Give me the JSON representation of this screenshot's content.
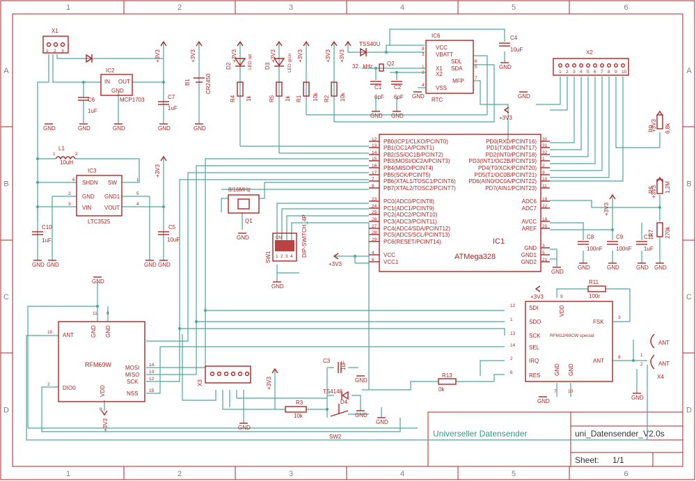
{
  "frame": {
    "columns": [
      "1",
      "2",
      "3",
      "4",
      "5",
      "6"
    ],
    "rows": [
      "A",
      "B",
      "C",
      "D"
    ]
  },
  "title_block": {
    "description": "Universeller Datensender",
    "filename": "uni_Datensender_V2.0s",
    "sheet_label": "Sheet:",
    "sheet_value": "1/1"
  },
  "mcu": {
    "name": "IC1",
    "value": "ATMega328",
    "left_pins": [
      {
        "num": "12",
        "name": "PB0(ICP1/CLKO/PCINT0)"
      },
      {
        "num": "13",
        "name": "PB1(OC1A/PCINT1)"
      },
      {
        "num": "14",
        "name": "PB2(SS/OC1B/PCINT2)"
      },
      {
        "num": "15",
        "name": "PB3(MOSI/OC2A/PCINT3)"
      },
      {
        "num": "16",
        "name": "PB4(MISO/PCINT4)"
      },
      {
        "num": "17",
        "name": "PB5(SCK/PCINT5)"
      },
      {
        "num": "7",
        "name": "PB6(XTAL1/TOSC1/PCINT6)"
      },
      {
        "num": "8",
        "name": "PB7(XTAL2/TOSC2/PCINT7)"
      },
      {
        "num": "23",
        "name": "PC0(ADC0/PCINT8)"
      },
      {
        "num": "24",
        "name": "PC1(ADC1/PCINT9)"
      },
      {
        "num": "25",
        "name": "PC2(ADC2/PCINT10)"
      },
      {
        "num": "26",
        "name": "PC3(ADC3/PCINT11)"
      },
      {
        "num": "27",
        "name": "PC4(ADC4/SDA/PCINT12)"
      },
      {
        "num": "28",
        "name": "PC5(ADC5/SCL/PCINT13)"
      },
      {
        "num": "29",
        "name": "PC6(RESET/PCINT14)"
      },
      {
        "num": "4",
        "name": "VCC"
      },
      {
        "num": "6",
        "name": "VCC1"
      }
    ],
    "right_pins": [
      {
        "num": "30",
        "name": "PD0(RXD/PCINT16)"
      },
      {
        "num": "31",
        "name": "PD1(TXD/PCINT17)"
      },
      {
        "num": "32",
        "name": "PD2(INT0/PCINT18)"
      },
      {
        "num": "1",
        "name": "PD3(INT1/OC2B/PCINT19)"
      },
      {
        "num": "2",
        "name": "PD4(T0/XCK/PCINT20)"
      },
      {
        "num": "9",
        "name": "PD5(T1/OC0B/PCINT21)"
      },
      {
        "num": "10",
        "name": "PD6(AIN0/OC0A/PCINT22)"
      },
      {
        "num": "11",
        "name": "PD7(AIN1/PCINT23)"
      },
      {
        "num": "19",
        "name": "ADC6"
      },
      {
        "num": "22",
        "name": "ADC7"
      },
      {
        "num": "18",
        "name": "AVCC"
      },
      {
        "num": "20",
        "name": "AREF"
      },
      {
        "num": "3",
        "name": "GND"
      },
      {
        "num": "5",
        "name": "GND1"
      },
      {
        "num": "21",
        "name": "GND2"
      }
    ]
  },
  "rtc": {
    "name": "IC6",
    "value": "RTC",
    "pins": [
      "VCC",
      "VBATT",
      "SDL",
      "SDA",
      "X1",
      "X2",
      "MFP",
      "VSS"
    ],
    "nums": [
      "8",
      "3",
      "6",
      "5",
      "1",
      "2",
      "7",
      "4"
    ]
  },
  "reg": {
    "name": "IC2",
    "value": "MCP1703",
    "pins": [
      "IN",
      "OUT",
      "GND"
    ]
  },
  "boost": {
    "name": "IC3",
    "value": "LTC3525",
    "pins": [
      "SHDN",
      "SW",
      "GND",
      "GND1",
      "VIN",
      "VOUT"
    ],
    "nums": [
      "6",
      "1",
      "2",
      "5",
      "3",
      "4"
    ]
  },
  "rfm69": {
    "value": "RFM69W",
    "pins": [
      "ANT",
      "GND",
      "GND",
      "DIO0",
      "VDD",
      "MOSI",
      "MISO",
      "SCK",
      "NSS"
    ],
    "nums": [
      "10",
      "11",
      "9",
      "2",
      "8",
      "14",
      "13",
      "12",
      "15"
    ]
  },
  "rfm12": {
    "value": "RFM12/69CW special",
    "pins": [
      "SDI",
      "SDO",
      "SCK",
      "SEL",
      "IRQ",
      "RES",
      "VDD",
      "FSK",
      "ANT",
      "GND",
      "GND"
    ],
    "nums": [
      "12",
      "1",
      "13",
      "14",
      "2",
      "6",
      "9",
      "3",
      "8",
      "7",
      "10"
    ]
  },
  "labels": {
    "gnd": "GND",
    "v33": "+3V3",
    "x1": "X1",
    "x2": "X2",
    "x3": "X3",
    "x4": "X4",
    "c6": "C6",
    "c6v": "1uF",
    "c7": "C7",
    "c7v": "1uF",
    "c10": "C10",
    "c10v": "1uF",
    "c5": "C5",
    "c5v": "10uF",
    "l1": "L1",
    "l1v": "10uH",
    "b1": "B1",
    "b1v": "CR2450",
    "d2": "D2",
    "d2v": "LED rot",
    "d3": "D3",
    "d3v": "LED grün",
    "r4": "R4",
    "r4v": "1k",
    "r5": "R5",
    "r5v": "1k",
    "r1": "R1",
    "r1v": "10k",
    "r2": "R2",
    "r2v": "10k",
    "tss": "TSS40U",
    "q2": "Q2",
    "q2v": "32.. kHz",
    "c1": "C1",
    "c1v": "6pF",
    "c2": "C2",
    "c2v": "6pF",
    "c4": "C4",
    "c4v": "10uF",
    "q1": "Q1",
    "q1v": "8/16MHz",
    "sw1": "SW1",
    "sw1v": "DIP-SWITCH_4P",
    "sw1on": "ON",
    "sw1nums": [
      "1",
      "2",
      "3",
      "4"
    ],
    "r9": "R9",
    "r9v": "6,8k",
    "r8": "R8",
    "r8v": "1,2M",
    "r7": "R7",
    "r7v": "270k",
    "c8": "C8",
    "c8v": "100nF",
    "c9": "C9",
    "c9v": "100nF",
    "c11": "C11",
    "c11v": "1uF",
    "r11": "R11",
    "r11v": "100r",
    "c3": "C3",
    "c3v": "1uF",
    "d4": "D4",
    "d4v": "TS4148",
    "r3": "R3",
    "r3v": "10k",
    "r13": "R13",
    "r13v": "0k",
    "sw2": "SW2",
    "ant": "ANT",
    "x1pins": [
      "1",
      "2",
      "3"
    ],
    "x2pins": [
      "1",
      "2",
      "3",
      "4",
      "5",
      "6",
      "7",
      "8",
      "9",
      "10"
    ],
    "x4pins": [
      "1",
      "2"
    ],
    "l1pins": [
      "1",
      "2"
    ]
  }
}
